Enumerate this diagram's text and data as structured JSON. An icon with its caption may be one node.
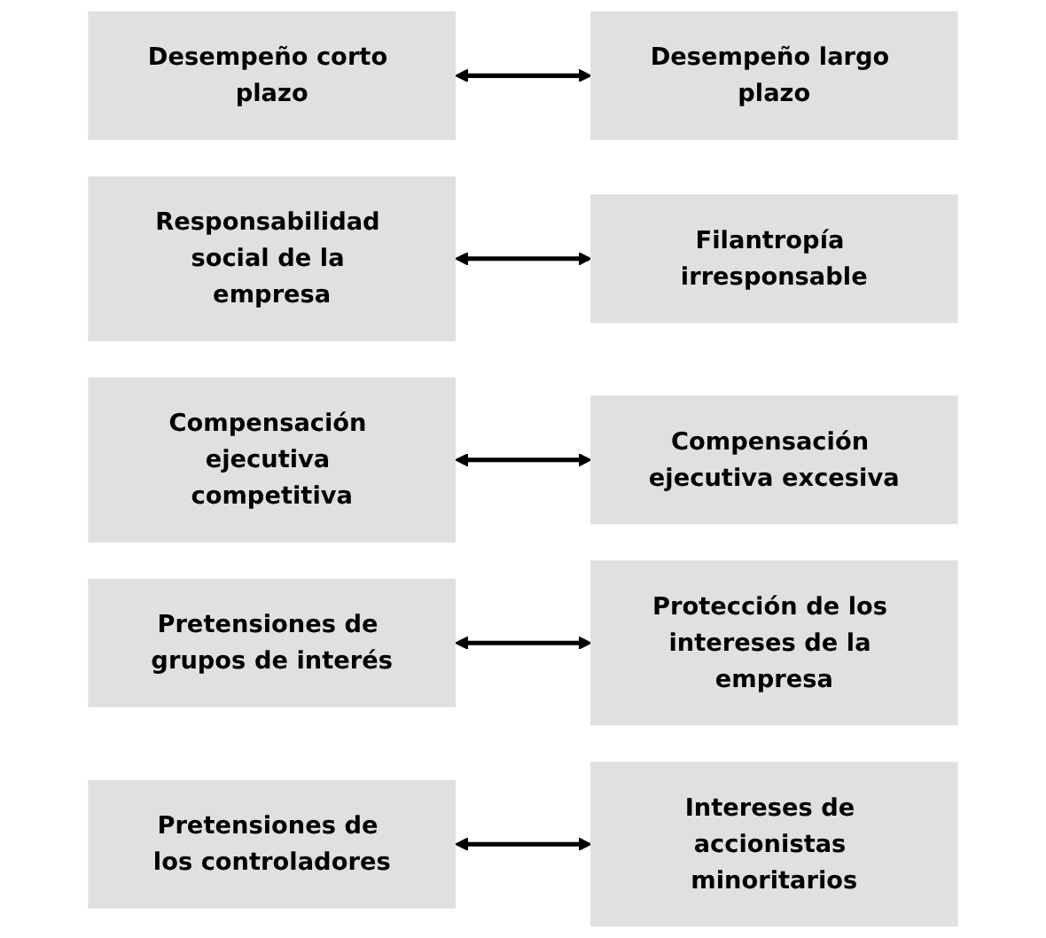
{
  "diagram": {
    "nodes": [
      {
        "text": [
          "Desempeño corto plazo"
        ]
      },
      {
        "text": [
          "Desempeño largo plazo"
        ]
      },
      {
        "text": [
          "Responsabilidad social de la empresa"
        ]
      },
      {
        "text": [
          "Filantropía irresponsable"
        ]
      },
      {
        "text": [
          "Compensación ejecutiva competitiva"
        ]
      },
      {
        "text": [
          "Compensación ejecutiva excesiva"
        ]
      },
      {
        "text": [
          "Pretensiones de grupos de interés"
        ]
      },
      {
        "text": [
          "Protección de los intereses de la empresa"
        ]
      },
      {
        "text": [
          "Pretensiones de los controladores"
        ]
      },
      {
        "text": [
          "Intereses de accionistas minoritarios"
        ]
      }
    ],
    "edges": [
      {
        "from": 0,
        "to": 1,
        "arrow": "both"
      },
      {
        "from": 2,
        "to": 3,
        "arrow": "both"
      },
      {
        "from": 4,
        "to": 5,
        "arrow": "both"
      },
      {
        "from": 6,
        "to": 7,
        "arrow": "both"
      },
      {
        "from": 8,
        "to": 9,
        "arrow": "both"
      }
    ]
  }
}
